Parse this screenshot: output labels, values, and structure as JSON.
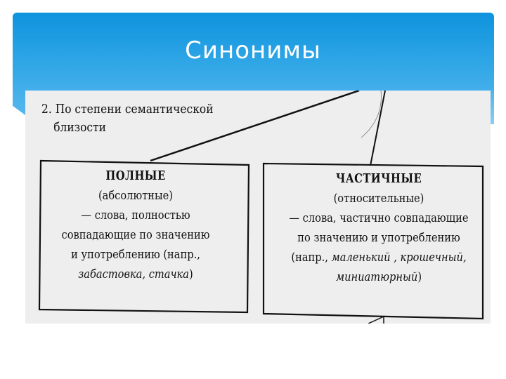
{
  "slide": {
    "title": "Синонимы",
    "colors": {
      "banner_top": "#0e93de",
      "banner_bottom": "#5bb9ee",
      "scan_background": "#eeeeee",
      "ink": "#111111"
    }
  },
  "scan": {
    "heading": {
      "line1": "2. По степени семантической",
      "line2": "близости"
    },
    "boxes": [
      {
        "title": "ПОЛНЫЕ",
        "subtitle": "(абсолютные)",
        "lines": [
          "— слова, полностью",
          "совпадающие по значению",
          "и употреблению (напр.,"
        ],
        "example_italic": "забастовка, стачка",
        "example_close": ")"
      },
      {
        "title": "ЧАСТИЧНЫЕ",
        "subtitle": "(относительные)",
        "lines": [
          "— слова, частично совпадающие",
          "по значению и употреблению"
        ],
        "example_prefix": "(напр., ",
        "example_italic": "маленький , крошечный,",
        "example_italic2": "миниатюрный",
        "example_close": ")"
      }
    ]
  }
}
